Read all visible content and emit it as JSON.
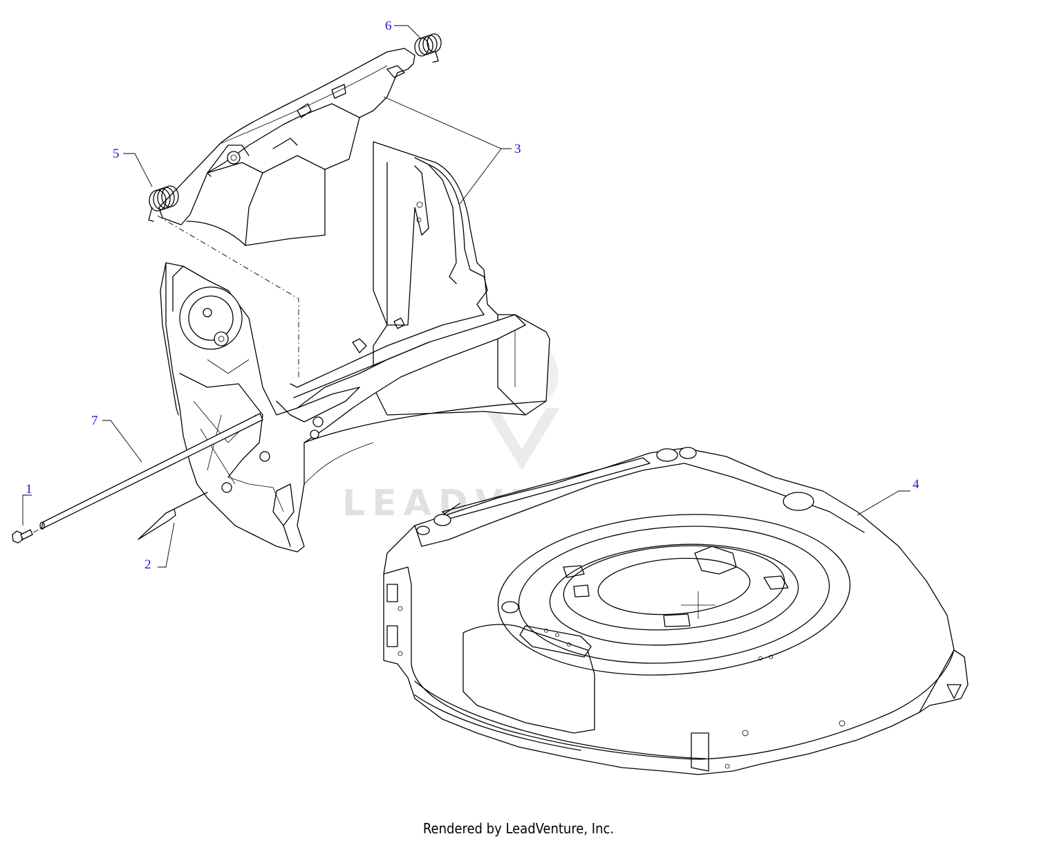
{
  "callouts": [
    {
      "id": "1",
      "label": "1"
    },
    {
      "id": "2",
      "label": "2"
    },
    {
      "id": "3",
      "label": "3"
    },
    {
      "id": "4",
      "label": "4"
    },
    {
      "id": "5",
      "label": "5"
    },
    {
      "id": "6",
      "label": "6"
    },
    {
      "id": "7",
      "label": "7"
    }
  ],
  "watermark": "LEADVENTURE",
  "footer": "Rendered by LeadVenture, Inc.",
  "colors": {
    "callout": "#1a1acc",
    "line": "#000000",
    "watermark": "#bdbdbd"
  }
}
